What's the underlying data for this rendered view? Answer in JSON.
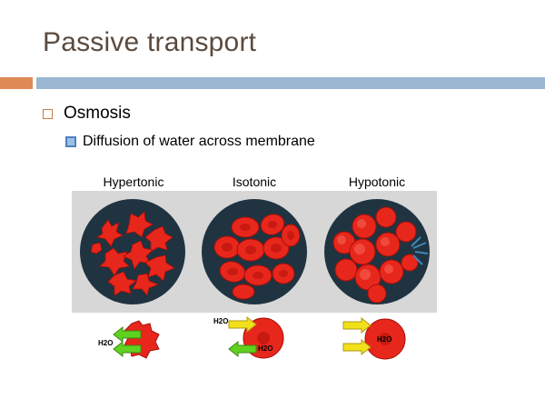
{
  "slide": {
    "title": "Passive transport",
    "bullet_level1": "Osmosis",
    "bullet_level2": "Diffusion of water across membrane"
  },
  "figure": {
    "labels": [
      "Hypertonic",
      "Isotonic",
      "Hypotonic"
    ],
    "water_label": "H2O"
  },
  "colors": {
    "title": "#5b4a3e",
    "accent_orange": "#dd8a57",
    "accent_blue": "#9ab6d0",
    "cell_red": "#e8271c",
    "dish_dark": "#1f3440",
    "arrow_green": "#5fd11f",
    "arrow_yellow": "#f2e01a"
  }
}
